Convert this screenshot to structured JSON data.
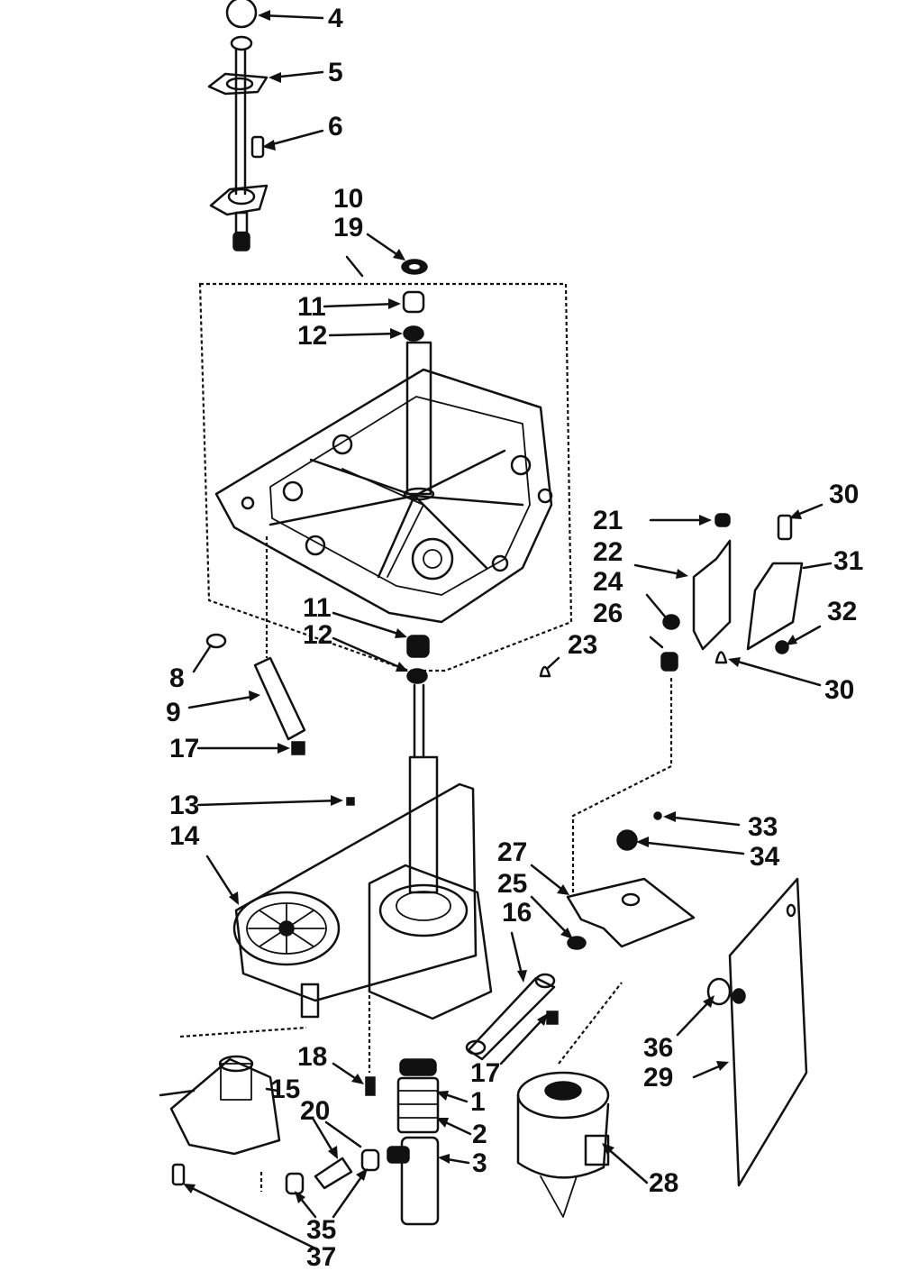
{
  "labels": [
    "1",
    "2",
    "3",
    "4",
    "5",
    "6",
    "8",
    "9",
    "10",
    "11",
    "12",
    "13",
    "14",
    "15",
    "16",
    "17",
    "18",
    "19",
    "20",
    "21",
    "22",
    "23",
    "24",
    "25",
    "26",
    "27",
    "28",
    "29",
    "30",
    "31",
    "32",
    "33",
    "34",
    "35",
    "36",
    "37"
  ]
}
